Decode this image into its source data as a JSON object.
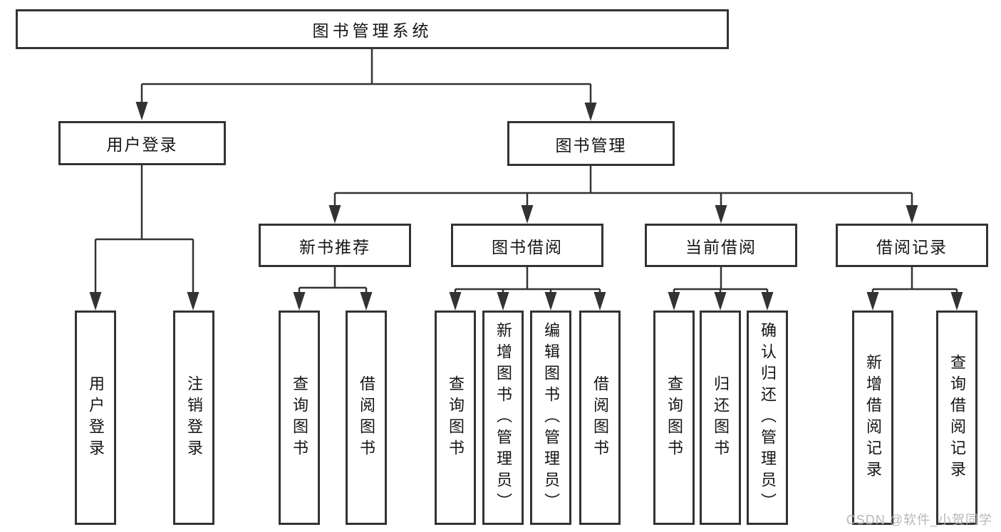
{
  "diagram_title": "图书管理系统",
  "tree": {
    "label": "图书管理系统",
    "children": [
      {
        "label": "用户登录",
        "children": [
          {
            "label": "用户登录"
          },
          {
            "label": "注销登录"
          }
        ]
      },
      {
        "label": "图书管理",
        "children": [
          {
            "label": "新书推荐",
            "children": [
              {
                "label": "查询图书"
              },
              {
                "label": "借阅图书"
              }
            ]
          },
          {
            "label": "图书借阅",
            "children": [
              {
                "label": "查询图书"
              },
              {
                "label": "新增图书（管理员）"
              },
              {
                "label": "编辑图书（管理员）"
              },
              {
                "label": "借阅图书"
              }
            ]
          },
          {
            "label": "当前借阅",
            "children": [
              {
                "label": "查询图书"
              },
              {
                "label": "归还图书"
              },
              {
                "label": "确认归还（管理员）"
              }
            ]
          },
          {
            "label": "借阅记录",
            "children": [
              {
                "label": "新增借阅记录"
              },
              {
                "label": "查询借阅记录"
              }
            ]
          }
        ]
      }
    ]
  },
  "watermark": "CSDN @软件_小贺同学",
  "colors": {
    "line": "#333333",
    "text": "#151515",
    "box_background": "#ffffff",
    "page_background": "#ffffff",
    "watermark": "#b4b4b4"
  }
}
